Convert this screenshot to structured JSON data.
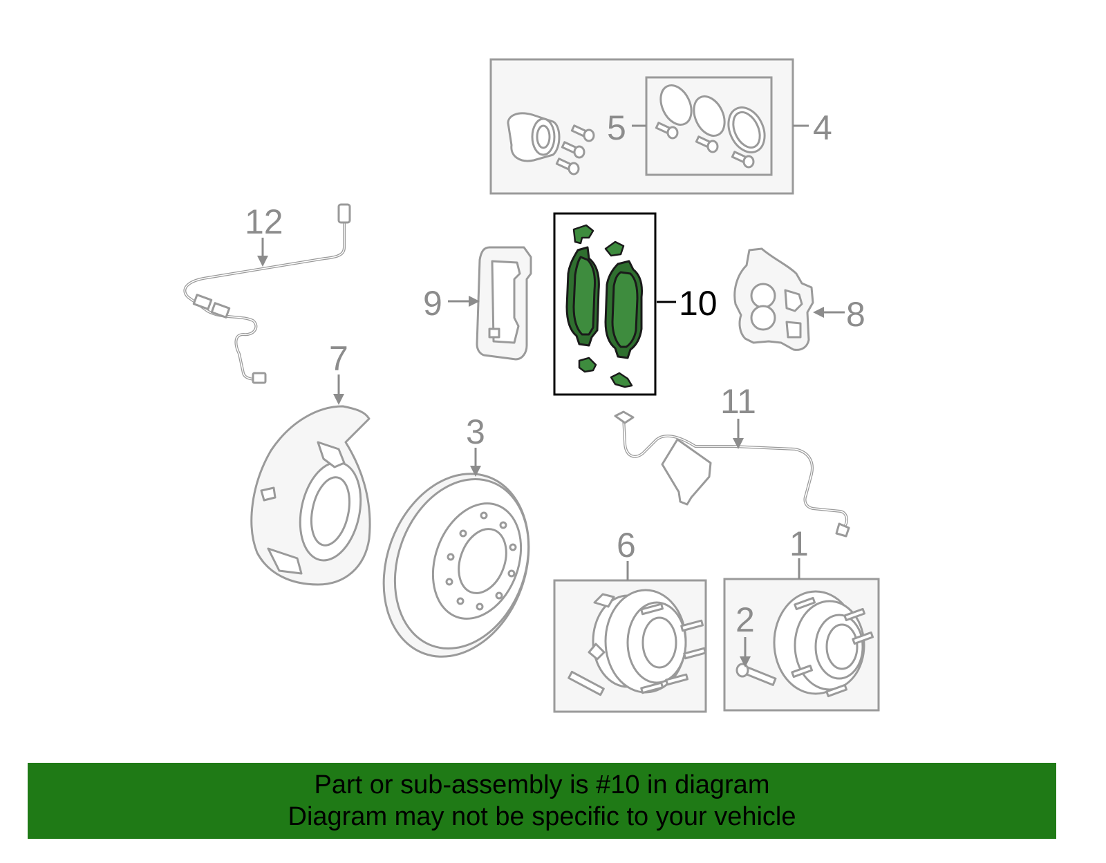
{
  "diagram": {
    "highlight_color": "#3e8c3e",
    "highlighted_part": "10",
    "callouts": {
      "c1": "1",
      "c2": "2",
      "c3": "3",
      "c4": "4",
      "c5": "5",
      "c6": "6",
      "c7": "7",
      "c8": "8",
      "c9": "9",
      "c10": "10",
      "c11": "11",
      "c12": "12"
    }
  },
  "banner": {
    "background_color": "#1f7a16",
    "line1": "Part or sub-assembly is #10 in diagram",
    "line2": "Diagram may not be specific to your vehicle"
  }
}
